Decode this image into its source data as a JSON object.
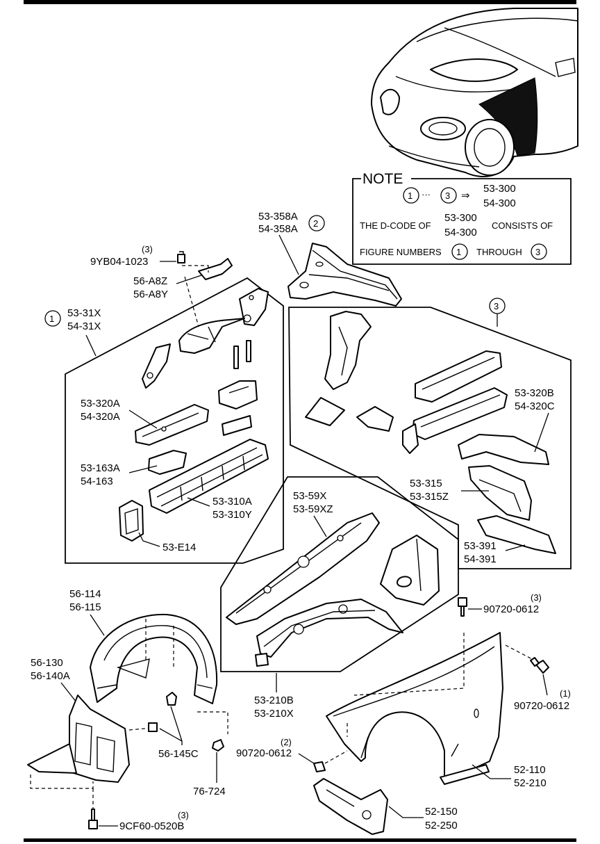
{
  "note": {
    "title": "NOTE",
    "range_from": "1",
    "range_to": "3",
    "arrow": "⇒",
    "ellipsis": "···",
    "codes": [
      "53-300",
      "54-300"
    ],
    "line1_prefix": "THE D-CODE OF",
    "line1_suffix": "CONSISTS OF",
    "line2_prefix": "FIGURE NUMBERS",
    "line2_mid": "THROUGH"
  },
  "groups": [
    {
      "id": "1",
      "labels": [
        "53-31X",
        "54-31X"
      ]
    },
    {
      "id": "2",
      "labels": [
        "53-358A",
        "54-358A"
      ]
    },
    {
      "id": "3",
      "labels": []
    }
  ],
  "parts": {
    "p_9yb04": {
      "qty": "(3)",
      "code": "9YB04-1023"
    },
    "p_56a8": {
      "codes": [
        "56-A8Z",
        "56-A8Y"
      ]
    },
    "p_53320a": {
      "codes": [
        "53-320A",
        "54-320A"
      ]
    },
    "p_53163a": {
      "codes": [
        "53-163A",
        "54-163"
      ]
    },
    "p_53310a": {
      "codes": [
        "53-310A",
        "53-310Y"
      ]
    },
    "p_53e14": {
      "codes": [
        "53-E14"
      ]
    },
    "p_53320b": {
      "codes": [
        "53-320B",
        "54-320C"
      ]
    },
    "p_53315": {
      "codes": [
        "53-315",
        "53-315Z"
      ]
    },
    "p_53391": {
      "codes": [
        "53-391",
        "54-391"
      ]
    },
    "p_5359x": {
      "codes": [
        "53-59X",
        "53-59XZ"
      ]
    },
    "p_53210b": {
      "codes": [
        "53-210B",
        "53-210X"
      ]
    },
    "p_56114": {
      "codes": [
        "56-114",
        "56-115"
      ]
    },
    "p_56130": {
      "codes": [
        "56-130",
        "56-140A"
      ]
    },
    "p_56145c": {
      "codes": [
        "56-145C"
      ]
    },
    "p_76724": {
      "codes": [
        "76-724"
      ]
    },
    "p_9cf60": {
      "qty": "(3)",
      "code": "9CF60-0520B"
    },
    "p_90720_a": {
      "qty": "(3)",
      "code": "90720-0612"
    },
    "p_90720_b": {
      "qty": "(1)",
      "code": "90720-0612"
    },
    "p_90720_c": {
      "qty": "(2)",
      "code": "90720-0612"
    },
    "p_52110": {
      "codes": [
        "52-110",
        "52-210"
      ]
    },
    "p_52150": {
      "codes": [
        "52-150",
        "52-250"
      ]
    }
  }
}
